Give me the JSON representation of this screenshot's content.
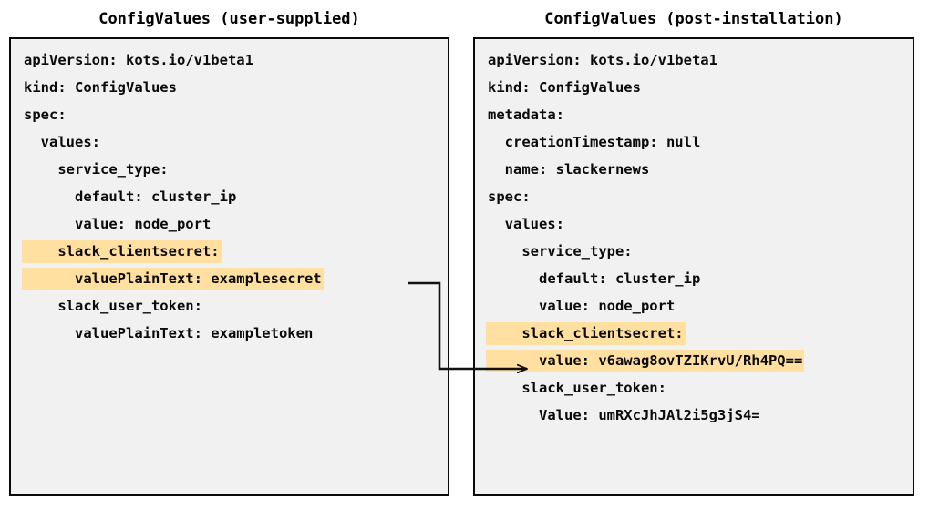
{
  "left_panel": {
    "title": "ConfigValues (user-supplied)",
    "lines": [
      {
        "text": "apiVersion: kots.io/v1beta1",
        "highlight": false
      },
      {
        "text": "kind: ConfigValues",
        "highlight": false
      },
      {
        "text": "spec:",
        "highlight": false
      },
      {
        "text": "  values:",
        "highlight": false
      },
      {
        "text": "    service_type:",
        "highlight": false
      },
      {
        "text": "      default: cluster_ip",
        "highlight": false
      },
      {
        "text": "      value: node_port",
        "highlight": false
      },
      {
        "text": "    slack_clientsecret:",
        "highlight": true
      },
      {
        "text": "      valuePlainText: examplesecret",
        "highlight": true
      },
      {
        "text": "    slack_user_token:",
        "highlight": false
      },
      {
        "text": "      valuePlainText: exampletoken",
        "highlight": false
      }
    ]
  },
  "right_panel": {
    "title": "ConfigValues (post-installation)",
    "lines": [
      {
        "text": "apiVersion: kots.io/v1beta1",
        "highlight": false
      },
      {
        "text": "kind: ConfigValues",
        "highlight": false
      },
      {
        "text": "metadata:",
        "highlight": false
      },
      {
        "text": "  creationTimestamp: null",
        "highlight": false
      },
      {
        "text": "  name: slackernews",
        "highlight": false
      },
      {
        "text": "spec:",
        "highlight": false
      },
      {
        "text": "  values:",
        "highlight": false
      },
      {
        "text": "    service_type:",
        "highlight": false
      },
      {
        "text": "      default: cluster_ip",
        "highlight": false
      },
      {
        "text": "      value: node_port",
        "highlight": false
      },
      {
        "text": "    slack_clientsecret:",
        "highlight": true
      },
      {
        "text": "      value: v6awag8ovTZIKrvU/Rh4PQ==",
        "highlight": true
      },
      {
        "text": "    slack_user_token:",
        "highlight": false
      },
      {
        "text": "      Value: umRXcJhJAl2i5g3jS4=",
        "highlight": false
      }
    ]
  },
  "connector": {
    "label": "secret-transform-arrow",
    "from": "left_panel.lines.8",
    "to": "right_panel.lines.11"
  },
  "colors": {
    "highlight": "#ffe0a0",
    "panel_background": "#f1f1f1",
    "panel_border": "#0a0a0a",
    "text": "#0b0b0b",
    "page_background": "#ffffff"
  }
}
